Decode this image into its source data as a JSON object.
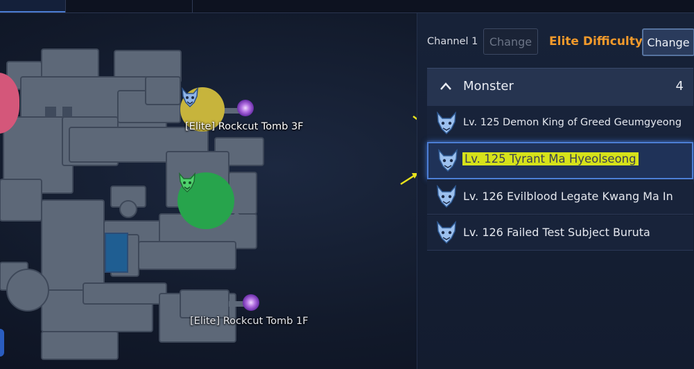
{
  "map": {
    "labels": {
      "tomb_3f": "[Elite] Rockcut Tomb 3F",
      "tomb_1f": "[Elite] Rockcut Tomb 1F"
    }
  },
  "panel": {
    "channel_label": "Channel 1",
    "channel_change_label": "Change",
    "difficulty_label": "Elite Difficulty",
    "difficulty_change_label": "Change",
    "list_header": {
      "title": "Monster",
      "count": "4"
    },
    "monsters": [
      {
        "name": "Lv. 125 Demon King of Greed Geumgyeong",
        "icon": "demon-mask-icon",
        "selected": false
      },
      {
        "name": "Lv. 125 Tyrant Ma Hyeolseong",
        "icon": "demon-mask-icon",
        "selected": true
      },
      {
        "name": "Lv. 126 Evilblood Legate Kwang Ma In",
        "icon": "demon-mask-icon",
        "selected": false
      },
      {
        "name": "Lv. 126 Failed Test Subject Buruta",
        "icon": "demon-mask-icon",
        "selected": false
      }
    ]
  },
  "colors": {
    "difficulty": "#f29a2b",
    "highlight": "#d6e21a",
    "selection_border": "#4d7fd6",
    "marker_yellow": "#c7b43c",
    "marker_green": "#27a44c",
    "marker_pink": "#d4577a"
  }
}
